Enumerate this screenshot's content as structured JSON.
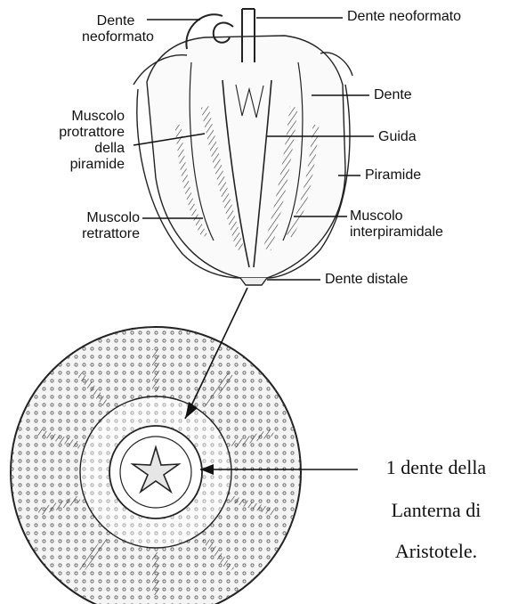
{
  "labels": {
    "dente_neoformato_left": "Dente\nneoformato",
    "dente_neoformato_top": "Dente neoformato",
    "dente": "Dente",
    "guida": "Guida",
    "muscolo_protrattore": "Muscolo\nprotrattore\ndella\npiramide",
    "piramide": "Piramide",
    "muscolo_retrattore": "Muscolo\nretrattore",
    "muscolo_interpiramidale": "Muscolo\ninterpiramidale",
    "dente_distale": "Dente distale"
  },
  "caption": {
    "line1": "1 dente della",
    "line2": "Lanterna di",
    "line3": "Aristotele."
  }
}
